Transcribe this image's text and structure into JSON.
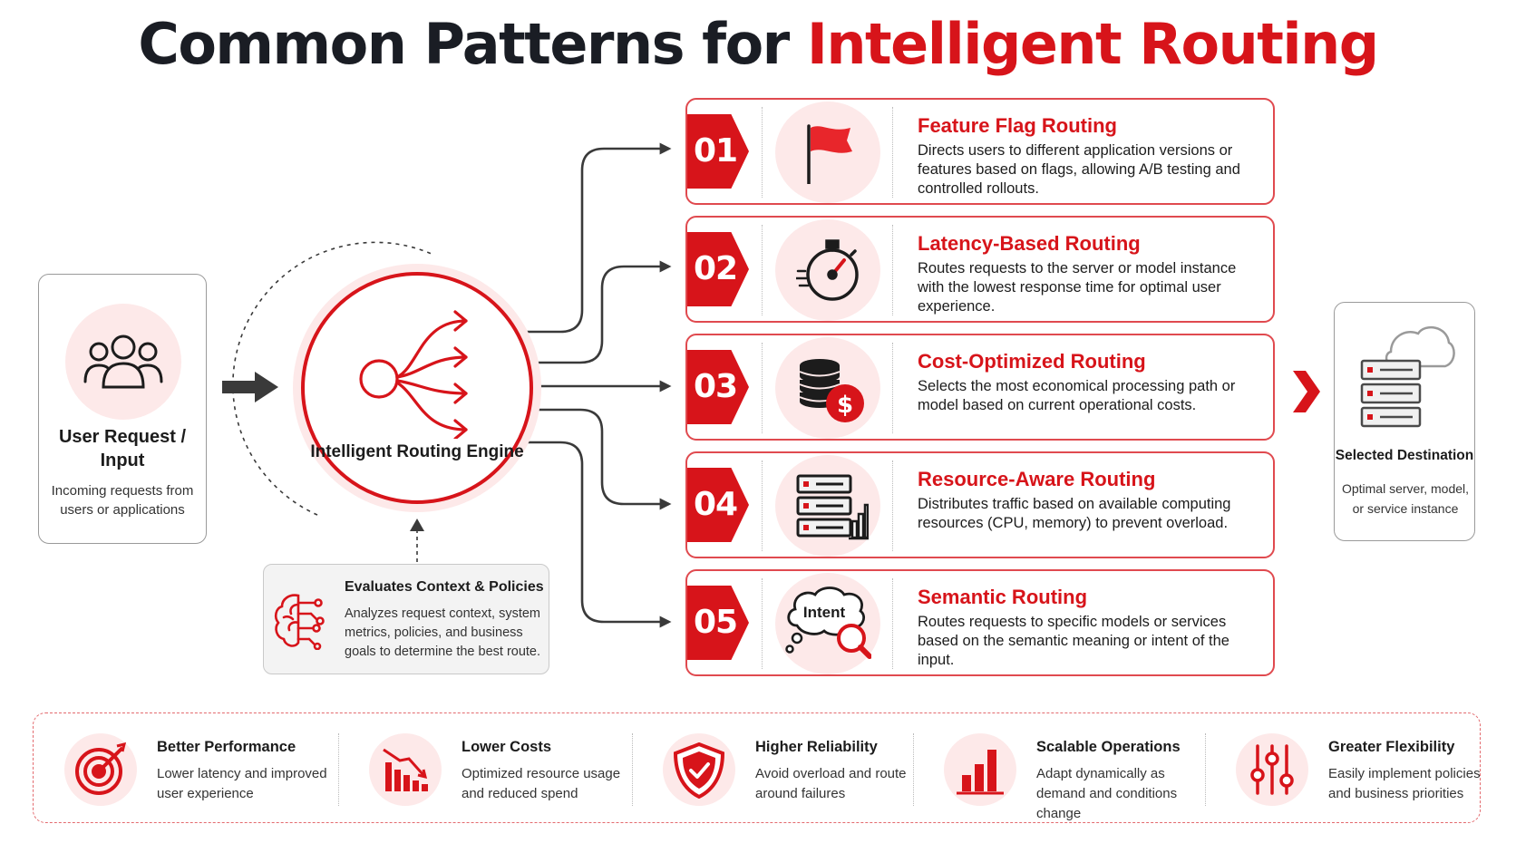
{
  "title": {
    "main": "Common Patterns for ",
    "highlight": "Intelligent Routing"
  },
  "input_card": {
    "icon": "users-icon",
    "title": "User Request / Input",
    "description": "Incoming requests from users or applications"
  },
  "engine": {
    "icon": "routing-branch-icon",
    "label": "Intelligent Routing Engine"
  },
  "context_card": {
    "icon": "brain-circuit-icon",
    "title": "Evaluates Context & Policies",
    "description": "Analyzes request context, system metrics, policies, and business goals to determine the best route."
  },
  "patterns": [
    {
      "number": "01",
      "icon": "flag-icon",
      "title": "Feature Flag Routing",
      "description": "Directs users to different application versions or features based on flags, allowing A/B testing and controlled rollouts."
    },
    {
      "number": "02",
      "icon": "stopwatch-icon",
      "title": "Latency-Based Routing",
      "description": "Routes requests to the server or model instance with the lowest response time for optimal user experience."
    },
    {
      "number": "03",
      "icon": "coins-dollar-icon",
      "title": "Cost-Optimized Routing",
      "description": "Selects the most economical processing path or model based on current operational costs."
    },
    {
      "number": "04",
      "icon": "server-chart-icon",
      "title": "Resource-Aware Routing",
      "description": "Distributes traffic based on available computing resources (CPU, memory) to prevent overload."
    },
    {
      "number": "05",
      "icon": "intent-search-icon",
      "icon_text": "Intent",
      "title": "Semantic Routing",
      "description": "Routes requests to specific models or services based on the semantic meaning or intent of the input."
    }
  ],
  "destination": {
    "icon": "cloud-server-icon",
    "title": "Selected Destination",
    "description": "Optimal server, model, or service instance"
  },
  "benefits": [
    {
      "icon": "target-icon",
      "title": "Better Performance",
      "description": "Lower latency and improved user experience"
    },
    {
      "icon": "decreasing-chart-icon",
      "title": "Lower Costs",
      "description": "Optimized resource usage and reduced spend"
    },
    {
      "icon": "shield-check-icon",
      "title": "Higher Reliability",
      "description": "Avoid overload and route around failures"
    },
    {
      "icon": "bar-chart-icon",
      "title": "Scalable Operations",
      "description": "Adapt dynamically as demand and conditions change"
    },
    {
      "icon": "sliders-icon",
      "title": "Greater Flexibility",
      "description": "Easily implement policies and business priorities"
    }
  ],
  "colors": {
    "accent": "#d7141a",
    "accent_light": "#fde9e9",
    "text_dark": "#1a1d24",
    "connector": "#3a3a3a"
  }
}
